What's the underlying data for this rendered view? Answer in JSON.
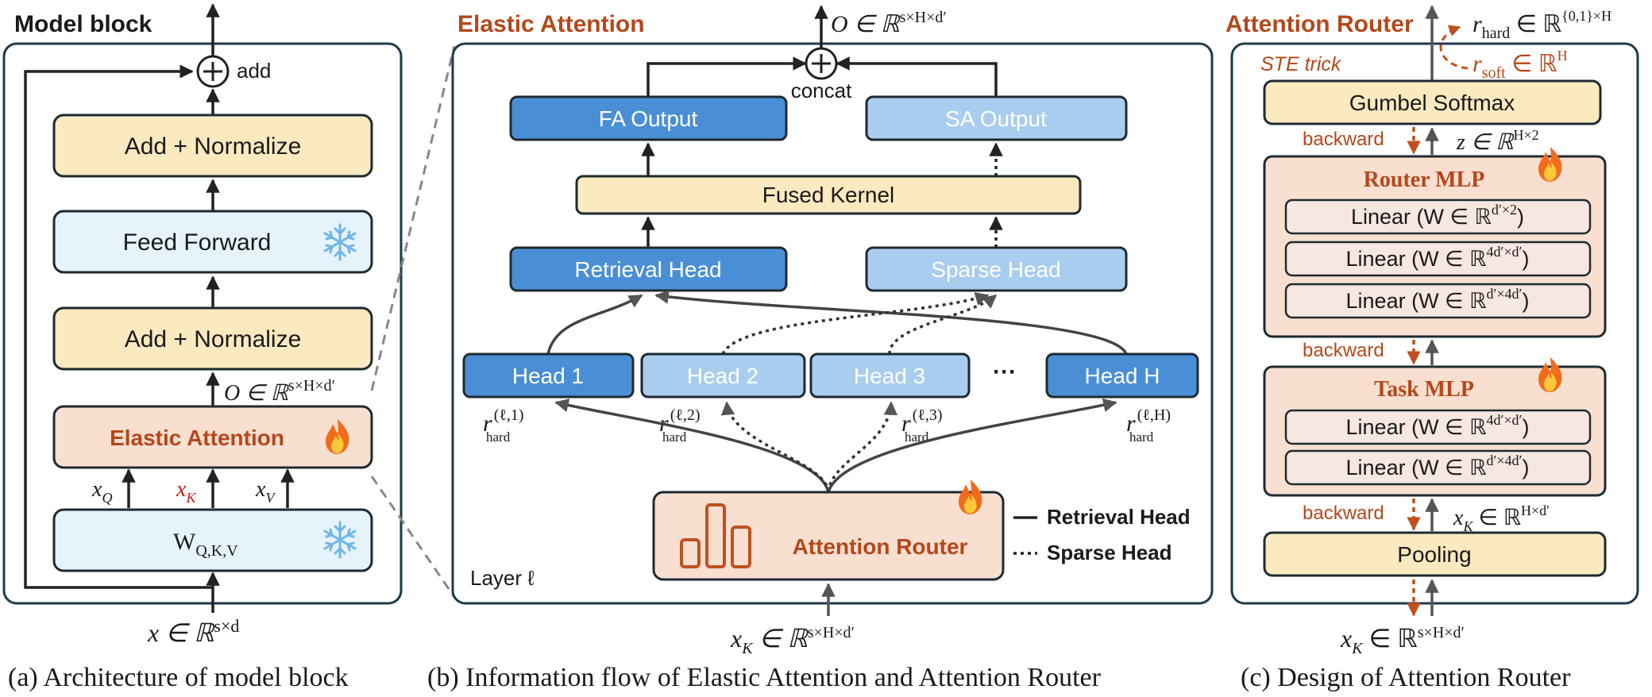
{
  "panel_a": {
    "title": "Model block",
    "add_label": "add",
    "add_norm_top": "Add + Normalize",
    "feed_forward": "Feed Forward",
    "add_norm_bottom": "Add + Normalize",
    "o_label": "O ∈ ℝ",
    "o_sup": "s×H×d′",
    "elastic_attention": "Elastic Attention",
    "xq": "x",
    "xq_sub": "Q",
    "xk": "x",
    "xk_sub": "K",
    "xv": "x",
    "xv_sub": "V",
    "wqkv": "W",
    "wqkv_sub": "Q,K,V",
    "input": "x ∈ ℝ",
    "input_sup": "s×d",
    "caption": "(a) Architecture of model block"
  },
  "panel_b": {
    "title": "Elastic Attention",
    "output": "O ∈ ℝ",
    "output_sup": "s×H×d′",
    "concat": "concat",
    "fa_output": "FA Output",
    "sa_output": "SA Output",
    "fused_kernel": "Fused Kernel",
    "retrieval_head": "Retrieval Head",
    "sparse_head": "Sparse Head",
    "heads": [
      "Head 1",
      "Head 2",
      "Head 3",
      "Head H"
    ],
    "ellipsis": "···",
    "r_labels": [
      {
        "base": "r",
        "sup": "(ℓ,1)",
        "sub": "hard"
      },
      {
        "base": "r",
        "sup": "(ℓ,2)",
        "sub": "hard"
      },
      {
        "base": "r",
        "sup": "(ℓ,3)",
        "sub": "hard"
      },
      {
        "base": "r",
        "sup": "(ℓ,H)",
        "sub": "hard"
      }
    ],
    "attention_router": "Attention Router",
    "legend_solid": "Retrieval Head",
    "legend_dotted": "Sparse Head",
    "layer_label": "Layer ℓ",
    "input": "x",
    "input_sub": "K",
    "input_rest": " ∈ ℝ",
    "input_sup": "s×H×d′",
    "caption": "(b) Information flow of  Elastic Attention and Attention Router"
  },
  "panel_c": {
    "title": "Attention Router",
    "r_hard": "r",
    "r_hard_sub": "hard",
    "r_hard_rest": " ∈ ℝ",
    "r_hard_sup": "{0,1}×H",
    "r_soft": "r",
    "r_soft_sub": "soft",
    "r_soft_rest": " ∈ ℝ",
    "r_soft_sup": "H",
    "ste_trick": "STE trick",
    "gumbel_softmax": "Gumbel Softmax",
    "backward": "backward",
    "z_label": "z ∈ ℝ",
    "z_sup": "H×2",
    "router_mlp": "Router MLP",
    "router_linears": [
      {
        "pre": "Linear (W ∈ ℝ",
        "sup": "d′×2",
        "post": ")"
      },
      {
        "pre": "Linear (W ∈ ℝ",
        "sup": "4d′×d′",
        "post": ")"
      },
      {
        "pre": "Linear (W ∈ ℝ",
        "sup": "d′×4d′",
        "post": ")"
      }
    ],
    "task_mlp": "Task MLP",
    "task_linears": [
      {
        "pre": "Linear (W ∈ ℝ",
        "sup": "4d′×d′",
        "post": ")"
      },
      {
        "pre": "Linear (W ∈ ℝ",
        "sup": "d′×4d′",
        "post": ")"
      }
    ],
    "xk_label": "x",
    "xk_sub": "K",
    "xk_rest": " ∈ ℝ",
    "xk_sup": "H×d′",
    "pooling": "Pooling",
    "input": "x",
    "input_sub": "K",
    "input_rest": " ∈ ℝ",
    "input_sup": "s×H×d′",
    "caption": "(c) Design of Attention Router"
  },
  "colors": {
    "frame": "#1e3a4a",
    "yellow_fill": "#fbe9c0",
    "lightblue_fill": "#e6f3fb",
    "peach_fill": "#f8dfd0",
    "dark_blue": "#4a8fd6",
    "light_blue": "#a9cdee",
    "accent": "#b5471b",
    "arrow": "#2a2a2a"
  }
}
